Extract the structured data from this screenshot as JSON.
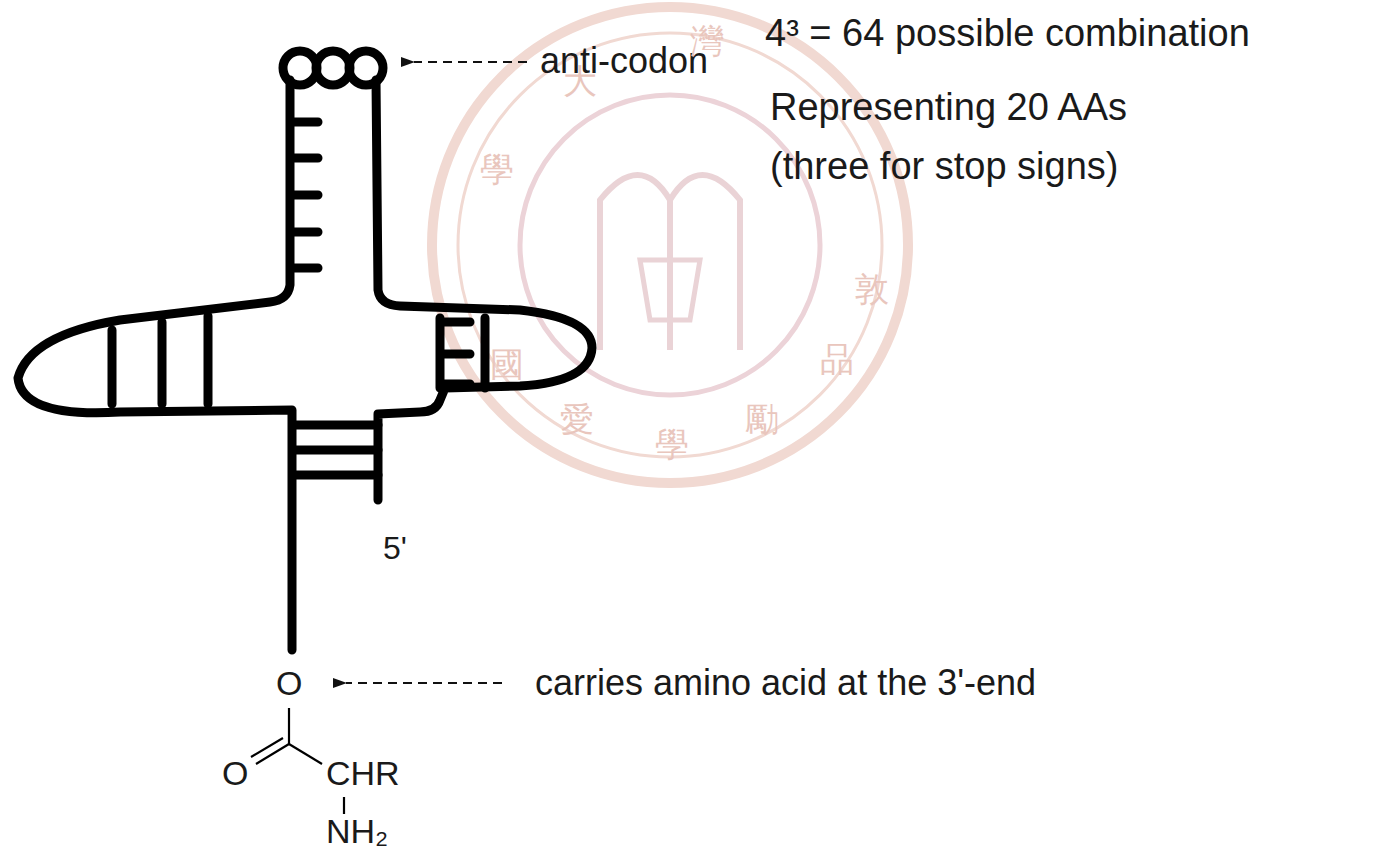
{
  "diagram": {
    "labels": [
      "4³ = 64 possible combination",
      "Representing 20 AAs (three for stop signs)",
      "anti-codon",
      "5'",
      "carries amino acid at the 3'-end",
      "O",
      "O",
      "CHR",
      "NH₂",
      "學",
      "大",
      "灣",
      "國",
      "愛",
      "學",
      "勵",
      "品",
      "敦"
    ]
  }
}
